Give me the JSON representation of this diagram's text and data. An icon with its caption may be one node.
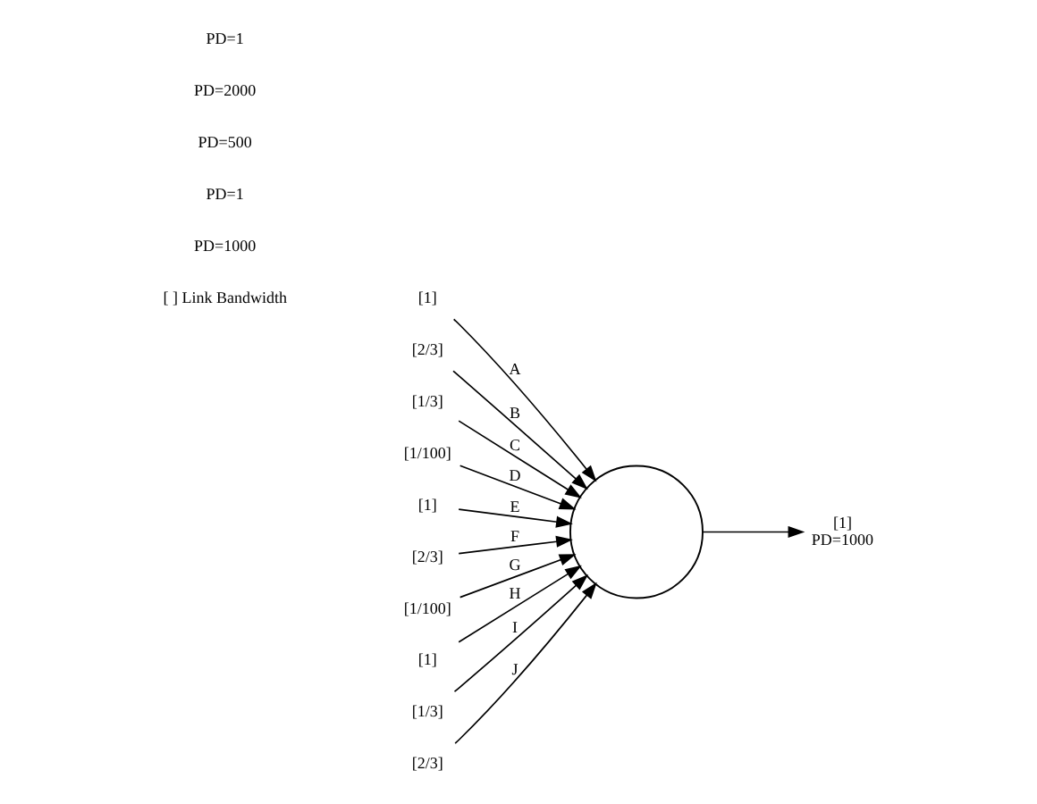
{
  "diagram": {
    "nodes": [
      {
        "text": [],
        "shape": "circle"
      },
      {
        "text": [
          "[1]"
        ]
      },
      {
        "text": [
          "[2/3]"
        ]
      },
      {
        "text": [
          "[1/3]"
        ]
      },
      {
        "text": [
          "[1/100]"
        ]
      },
      {
        "text": [
          "[1]"
        ]
      },
      {
        "text": [
          "[2/3]"
        ]
      },
      {
        "text": [
          "[1/100]"
        ]
      },
      {
        "text": [
          "[1]"
        ]
      },
      {
        "text": [
          "[1/3]"
        ]
      },
      {
        "text": [
          "[2/3]"
        ]
      },
      {
        "text": [
          "[1]",
          "PD=1000"
        ]
      }
    ],
    "edges": [
      {
        "from": 1,
        "to": 0,
        "arrow": "to",
        "label": "A"
      },
      {
        "from": 2,
        "to": 0,
        "arrow": "to",
        "label": "B"
      },
      {
        "from": 3,
        "to": 0,
        "arrow": "to",
        "label": "C"
      },
      {
        "from": 4,
        "to": 0,
        "arrow": "to",
        "label": "D"
      },
      {
        "from": 5,
        "to": 0,
        "arrow": "to",
        "label": "E"
      },
      {
        "from": 6,
        "to": 0,
        "arrow": "to",
        "label": "F"
      },
      {
        "from": 7,
        "to": 0,
        "arrow": "to",
        "label": "G"
      },
      {
        "from": 8,
        "to": 0,
        "arrow": "to",
        "label": "H"
      },
      {
        "from": 9,
        "to": 0,
        "arrow": "to",
        "label": "I"
      },
      {
        "from": 10,
        "to": 0,
        "arrow": "to",
        "label": "J"
      },
      {
        "from": 0,
        "to": 11,
        "arrow": "to"
      }
    ],
    "labels": [
      "[ ] Link Bandwidth",
      "PD=1000",
      "PD=1",
      "PD=500",
      "PD=2000",
      "PD=1"
    ]
  }
}
